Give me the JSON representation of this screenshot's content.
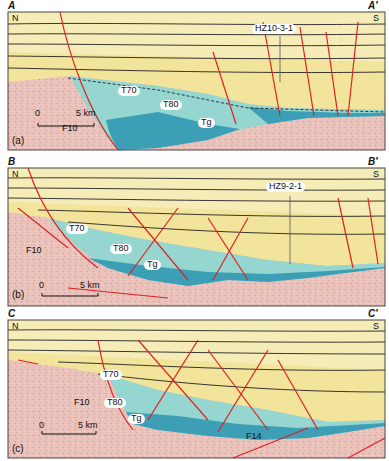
{
  "diagram": {
    "labels": [
      "A",
      "A′",
      "N",
      "S",
      "HZ10-3-1",
      "T70",
      "T80",
      "Tg",
      "F10",
      "0",
      "5 km",
      "(a)",
      "B",
      "B′",
      "N",
      "S",
      "HZ9-2-1",
      "T70",
      "T80",
      "Tg",
      "F10",
      "0",
      "5 km",
      "(b)",
      "C",
      "C′",
      "N",
      "S",
      "T70",
      "F10",
      "T80",
      "Tg",
      "F14",
      "0",
      "5 km",
      "(c)"
    ]
  }
}
